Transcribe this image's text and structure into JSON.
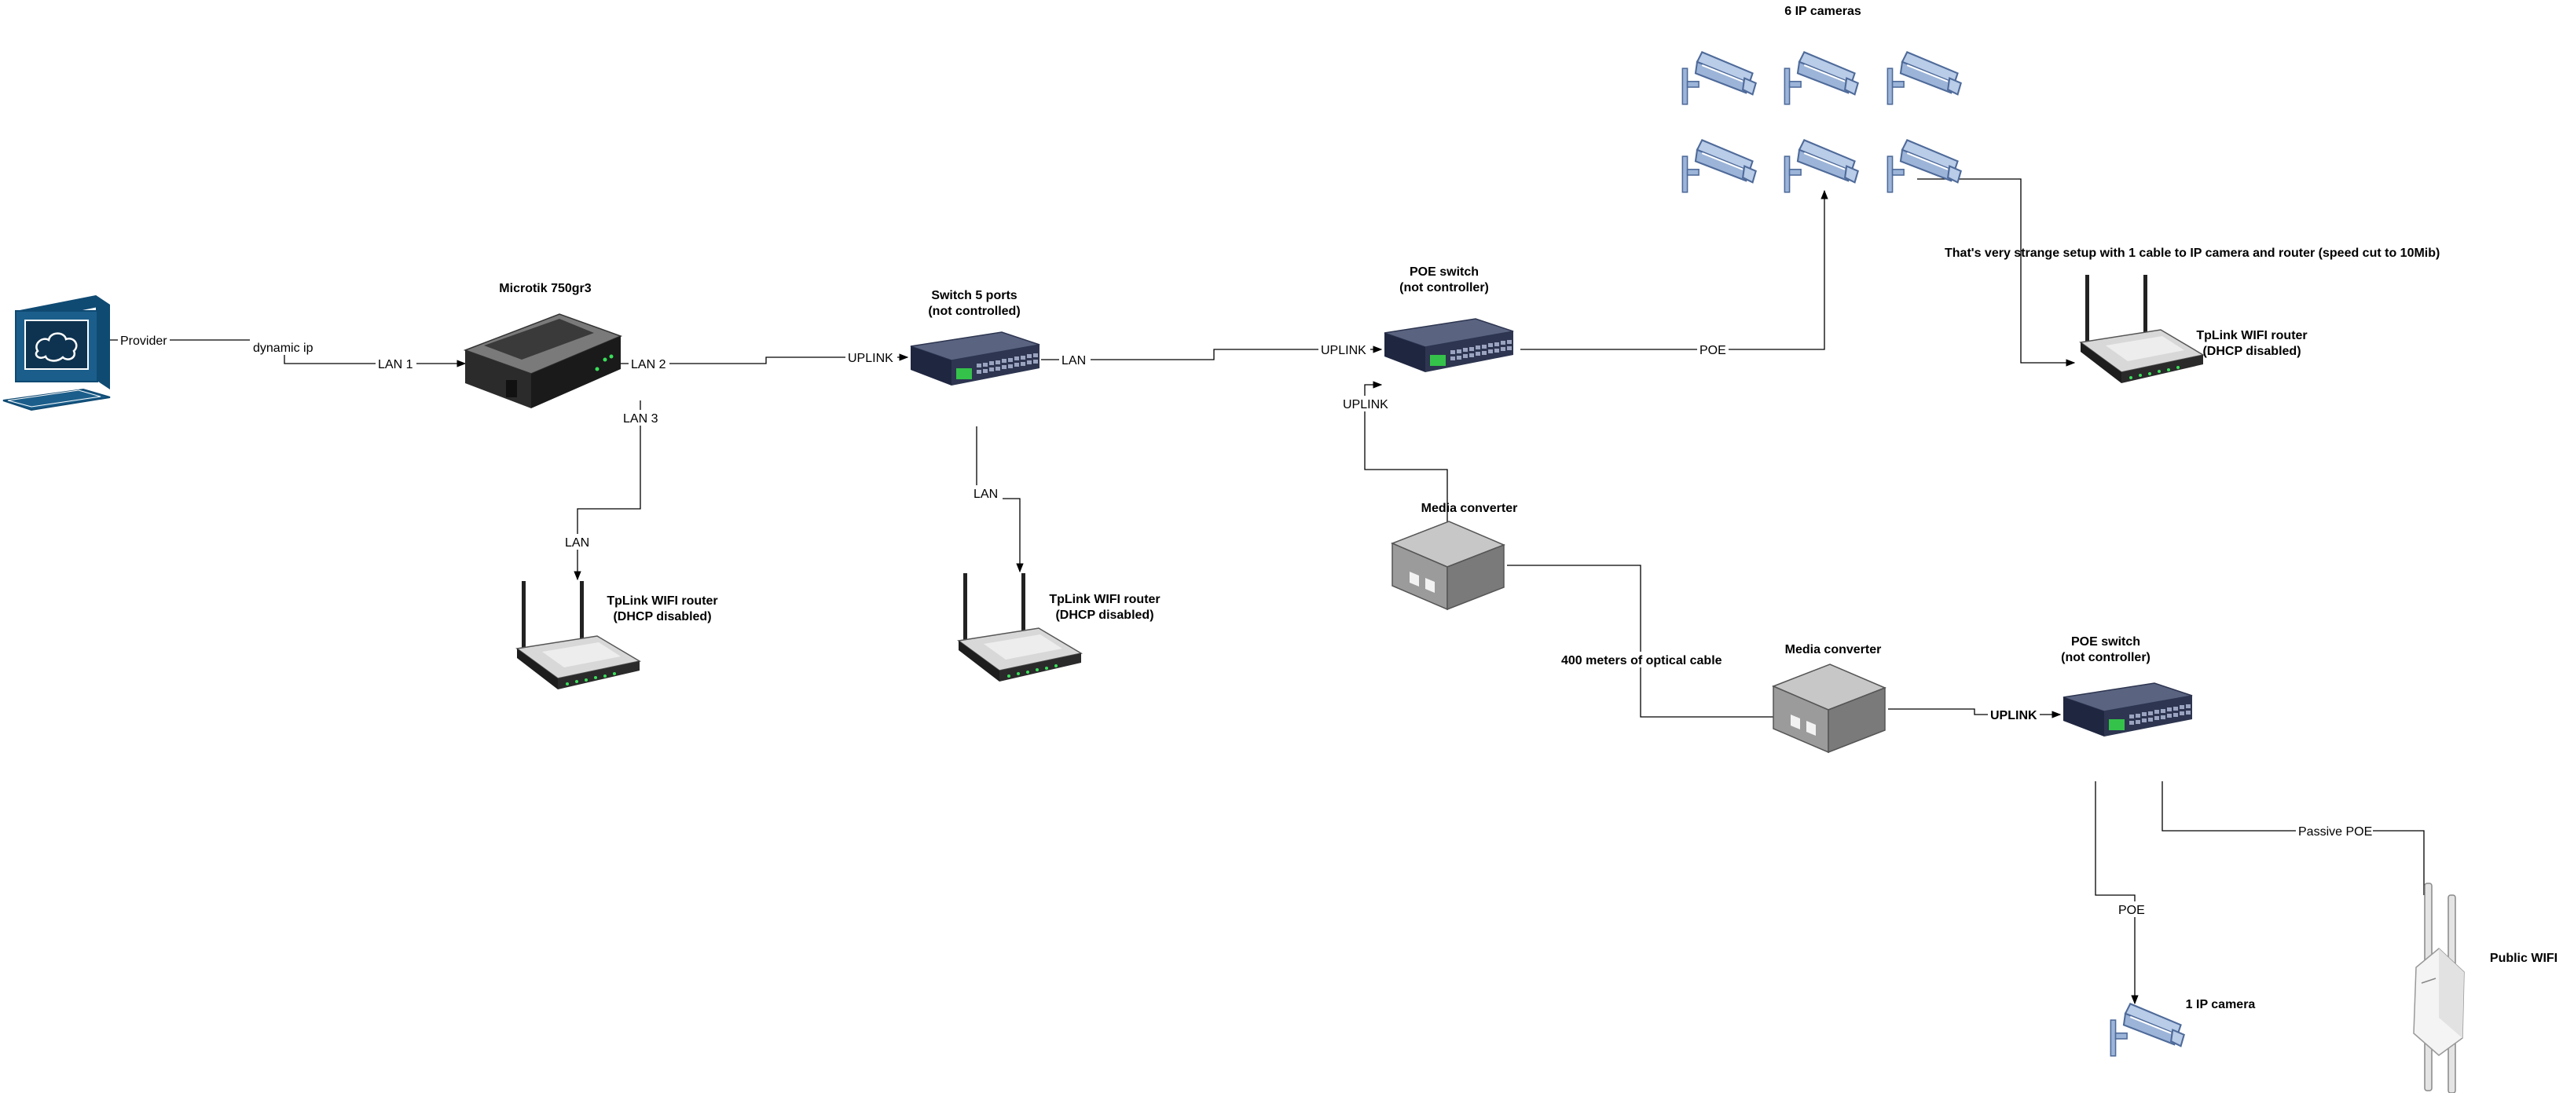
{
  "labels": {
    "provider": "Provider",
    "dynamic_ip": "dynamic ip",
    "lan1": "LAN 1",
    "lan2": "LAN 2",
    "lan3": "LAN 3",
    "lan_router1": "LAN",
    "uplink1": "UPLINK",
    "lan_switch": "LAN",
    "lan_router2": "LAN",
    "uplink2": "UPLINK",
    "uplink_media": "UPLINK",
    "poe1": "POE",
    "optical": "400 meters of optical cable",
    "uplink3": "UPLINK",
    "poe2": "POE",
    "passive_poe": "Passive POE",
    "note": "That's very strange setup with 1 cable to IP camera and router (speed cut to 10Mib)"
  },
  "nodes": {
    "microtik": "Microtik 750gr3",
    "switch5_line1": "Switch 5 ports",
    "switch5_line2": "(not controlled)",
    "poe_switch1_line1": "POE switch",
    "poe_switch1_line2": "(not controller)",
    "cameras6": "6 IP cameras",
    "tplink_top_line1": "TpLink WIFI router",
    "tplink_top_line2": "(DHCP disabled)",
    "tplink1_line1": "TpLink WIFI router",
    "tplink1_line2": "(DHCP disabled)",
    "tplink2_line1": "TpLink WIFI router",
    "tplink2_line2": "(DHCP disabled)",
    "media1": "Media converter",
    "media2": "Media converter",
    "poe_switch2_line1": "POE switch",
    "poe_switch2_line2": "(not controller)",
    "camera1": "1 IP camera",
    "public_wifi": "Public WIFI"
  },
  "icons": {
    "computer": "computer-icon",
    "router": "router-icon",
    "switch": "switch-icon",
    "camera": "cctv-camera-icon",
    "wifi_router": "wifi-router-icon",
    "media_converter": "media-converter-icon",
    "access_point": "outdoor-access-point-icon"
  },
  "colors": {
    "computer_blue": "#1B5E8B",
    "camera_blue": "#9CB4D8",
    "switch_navy": "#2D3550",
    "switch_green": "#35C24A",
    "media_gray": "#8E8E8E",
    "line": "#000000"
  }
}
